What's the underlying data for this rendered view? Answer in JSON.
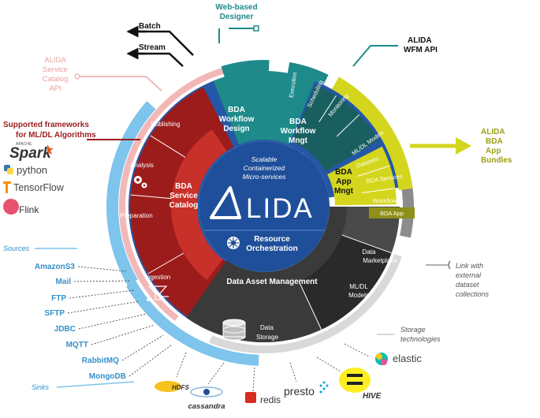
{
  "center": {
    "caption": [
      "Scalable",
      "Containerized",
      "Micro-services"
    ],
    "logo_text": "LIDA",
    "orchestration": [
      "Resource",
      "Orchestration"
    ]
  },
  "sectors": {
    "catalog": {
      "title": [
        "BDA",
        "Service",
        "Catalog"
      ],
      "items": [
        "Publishing",
        "Analysis",
        "Preparation",
        "Ingestion"
      ]
    },
    "design": {
      "title": [
        "BDA",
        "Workflow",
        "Design"
      ]
    },
    "wfm": {
      "title": [
        "BDA",
        "Workflow",
        "Mngt"
      ],
      "items": [
        "Execution",
        "Scheduling",
        "Monitoring"
      ]
    },
    "app": {
      "title": [
        "BDA",
        "App",
        "Mngt"
      ],
      "items": [
        "ML/DL Models",
        "Datasets",
        "BDA Services",
        "Workflows",
        "BDA App"
      ]
    },
    "data": {
      "title": "Data Asset Management",
      "items": {
        "storage": [
          "Data",
          "Storage"
        ],
        "models": [
          "ML/DL",
          "Models"
        ],
        "marketplace": [
          "Data",
          "Marketplace"
        ]
      }
    }
  },
  "callouts": {
    "web_designer": [
      "Web-based",
      "Designer"
    ],
    "batch": "Batch",
    "stream": "Stream",
    "wfm_api": [
      "ALIDA",
      "WFM API"
    ],
    "service_api": [
      "ALIDA",
      "Service",
      "Catalog",
      "API"
    ],
    "frameworks": [
      "Supported frameworks",
      "for ML/DL Algorithms"
    ],
    "bundles": [
      "ALIDA",
      "BDA",
      "App",
      "Bundles"
    ],
    "link": [
      "Link with",
      "external",
      "dataset",
      "collections"
    ],
    "storage_tech": [
      "Storage",
      "technologies"
    ],
    "sources": "Sources",
    "sinks": "Sinks"
  },
  "frameworks": [
    "Spark",
    "python",
    "TensorFlow",
    "Flink"
  ],
  "frameworks_superscript": "APACHE",
  "sources": [
    "AmazonS3",
    "Mail",
    "FTP",
    "SFTP",
    "JDBC",
    "MQTT",
    "RabbitMQ",
    "MongoDB"
  ],
  "storage_logos": [
    "HDFS",
    "cassandra",
    "redis",
    "presto",
    "HIVE",
    "elastic"
  ],
  "colors": {
    "catalog_red": "#c8312a",
    "catalog_dark": "#9c1c1c",
    "design_teal": "#1e8a8a",
    "wfm_dark": "#1a5f5f",
    "app_yellow": "#d4d61e",
    "data_gray": "#3a3a3a",
    "center_blue": "#1f4f9a",
    "ring_blue": "#2656a6",
    "sources_blue": "#7ec4ec",
    "sources_text": "#3590c9",
    "pink": "#f2b8b8"
  }
}
